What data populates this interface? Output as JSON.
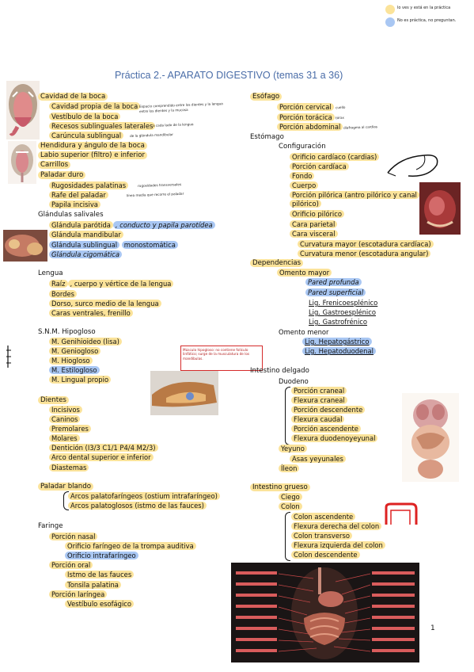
{
  "legend": {
    "yellow_text": "lo ves y está en la práctica",
    "blue_text": "No es práctica, no preguntan.",
    "colors": {
      "yellow": "#fbe39a",
      "blue": "#a9c7f3"
    }
  },
  "title": "Práctica 2.- APARATO DIGESTIVO (temas 31 a 36)",
  "page_number": "1",
  "left": {
    "boca": {
      "heading": "Cavidad de la boca",
      "items": [
        "Cavidad propia de la boca",
        "Vestíbulo de la boca",
        "Recesos sublinguales laterales",
        "Carúncula sublingual"
      ],
      "notes": [
        "Espacio comprendido entre los dientes y la lengua",
        "entre los dientes y la mucosa",
        "a cada lado de la lengua",
        "de la glándula mandibular"
      ]
    },
    "hendidura": "Hendidura y ángulo de la boca",
    "labio": "Labio superior (filtro) e inferior",
    "carrillos": "Carrillos",
    "paladar_duro": {
      "heading": "Paladar duro",
      "items": [
        "Rugosidades palatinas",
        "Rafe del paladar",
        "Papila incisiva"
      ],
      "notes": [
        "línea media que recorre el paladar",
        "rugosidades transversales"
      ]
    },
    "glandulas": {
      "heading": "Glándulas salivales",
      "parotida": "Glándula parótida",
      "parotida_extra": ", conducto y papila parotídea",
      "mandibular": "Glándula mandibular",
      "sublingual": "Glándula sublingual",
      "sublingual_extra": "monostomática",
      "cigomatica": "Glándula cigomática"
    },
    "lengua": {
      "heading": "Lengua",
      "raiz": "Raíz",
      "raiz_extra": ", cuerpo y vértice de la lengua",
      "items": [
        "Bordes",
        "Dorso, surco medio de la lengua",
        "Caras ventrales, frenillo"
      ]
    },
    "snm": {
      "heading": "S.N.M. Hipogloso",
      "items": [
        "M. Genihioideo (lisa)",
        "M. Geniogloso",
        "M. Hiogloso",
        "M. Estilogloso",
        "M. Lingual propio"
      ],
      "box_note": "Músculo hipogloso: no contiene folículo linfático; surge de la musculatura de los mandíbulas."
    },
    "dientes": {
      "heading": "Dientes",
      "items": [
        "Incisivos",
        "Caninos",
        "Premolares",
        "Molares",
        "Dentición (I3/3 C1/1 P4/4 M2/3)",
        "Arco dental superior e inferior",
        "Diastemas"
      ]
    },
    "paladar_blando": {
      "heading": "Paladar blando",
      "items": [
        "Arcos palatofaríngeos (ostium intrafaríngeo)",
        "Arcos palatoglosos (istmo de las fauces)"
      ]
    },
    "faringe": {
      "heading": "Faringe",
      "nasal": "Porción nasal",
      "nasal_items": [
        "Orificio faríngeo de la trompa auditiva",
        "Orificio intrafaríngeo"
      ],
      "oral": "Porción oral",
      "oral_items": [
        "Istmo de las fauces",
        "Tonsila palatina"
      ],
      "laringea": "Porción laríngea",
      "laringea_items": [
        "Vestíbulo esofágico"
      ]
    }
  },
  "right": {
    "esofago": {
      "heading": "Esófago",
      "items": [
        "Porción cervical",
        "Porción torácica",
        "Porción abdominal"
      ],
      "notes": [
        "cuello",
        "tórax",
        "diafragma al cardias"
      ]
    },
    "estomago": {
      "heading": "Estómago",
      "config_heading": "Configuración",
      "config_items": [
        "Orificio cardíaco (cardias)",
        "Porción cardíaca",
        "Fondo",
        "Cuerpo",
        "Porción pilórica (antro pilórico y canal pilórico)",
        "Orificio pilórico",
        "Cara parietal",
        "Cara visceral"
      ],
      "curvaturas": [
        "Curvatura mayor (escotadura cardíaca)",
        "Curvatura menor (escotadura angular)"
      ]
    },
    "dependencias": {
      "heading": "Dependencias",
      "omento_mayor": "Omento mayor",
      "pared_profunda": "Pared profunda",
      "pared_superficial": "Pared superficial",
      "ligs_mayor": [
        "Lig. Frenicoesplénico",
        "Lig. Gastroesplénico",
        "Lig. Gastrofrénico"
      ],
      "omento_menor": "Omento menor",
      "ligs_menor": [
        "Lig. Hepatogástrico",
        "Lig. Hepatoduodenal"
      ]
    },
    "delgado": {
      "heading": "Intestino delgado",
      "duodeno": "Duodeno",
      "duodeno_items": [
        "Porción craneal",
        "Flexura craneal",
        "Porción descendente",
        "Flexura caudal",
        "Porción ascendente",
        "Flexura duodenoyeyunal"
      ],
      "yeyuno": "Yeyuno",
      "asas": "Asas yeyunales",
      "ileon": "Íleon"
    },
    "grueso": {
      "heading": "Intestino grueso",
      "ciego": "Ciego",
      "colon": "Colon",
      "colon_items": [
        "Colon ascendente",
        "Flexura derecha del colon",
        "Colon transverso",
        "Flexura izquierda del colon",
        "Colon descendente"
      ]
    }
  }
}
